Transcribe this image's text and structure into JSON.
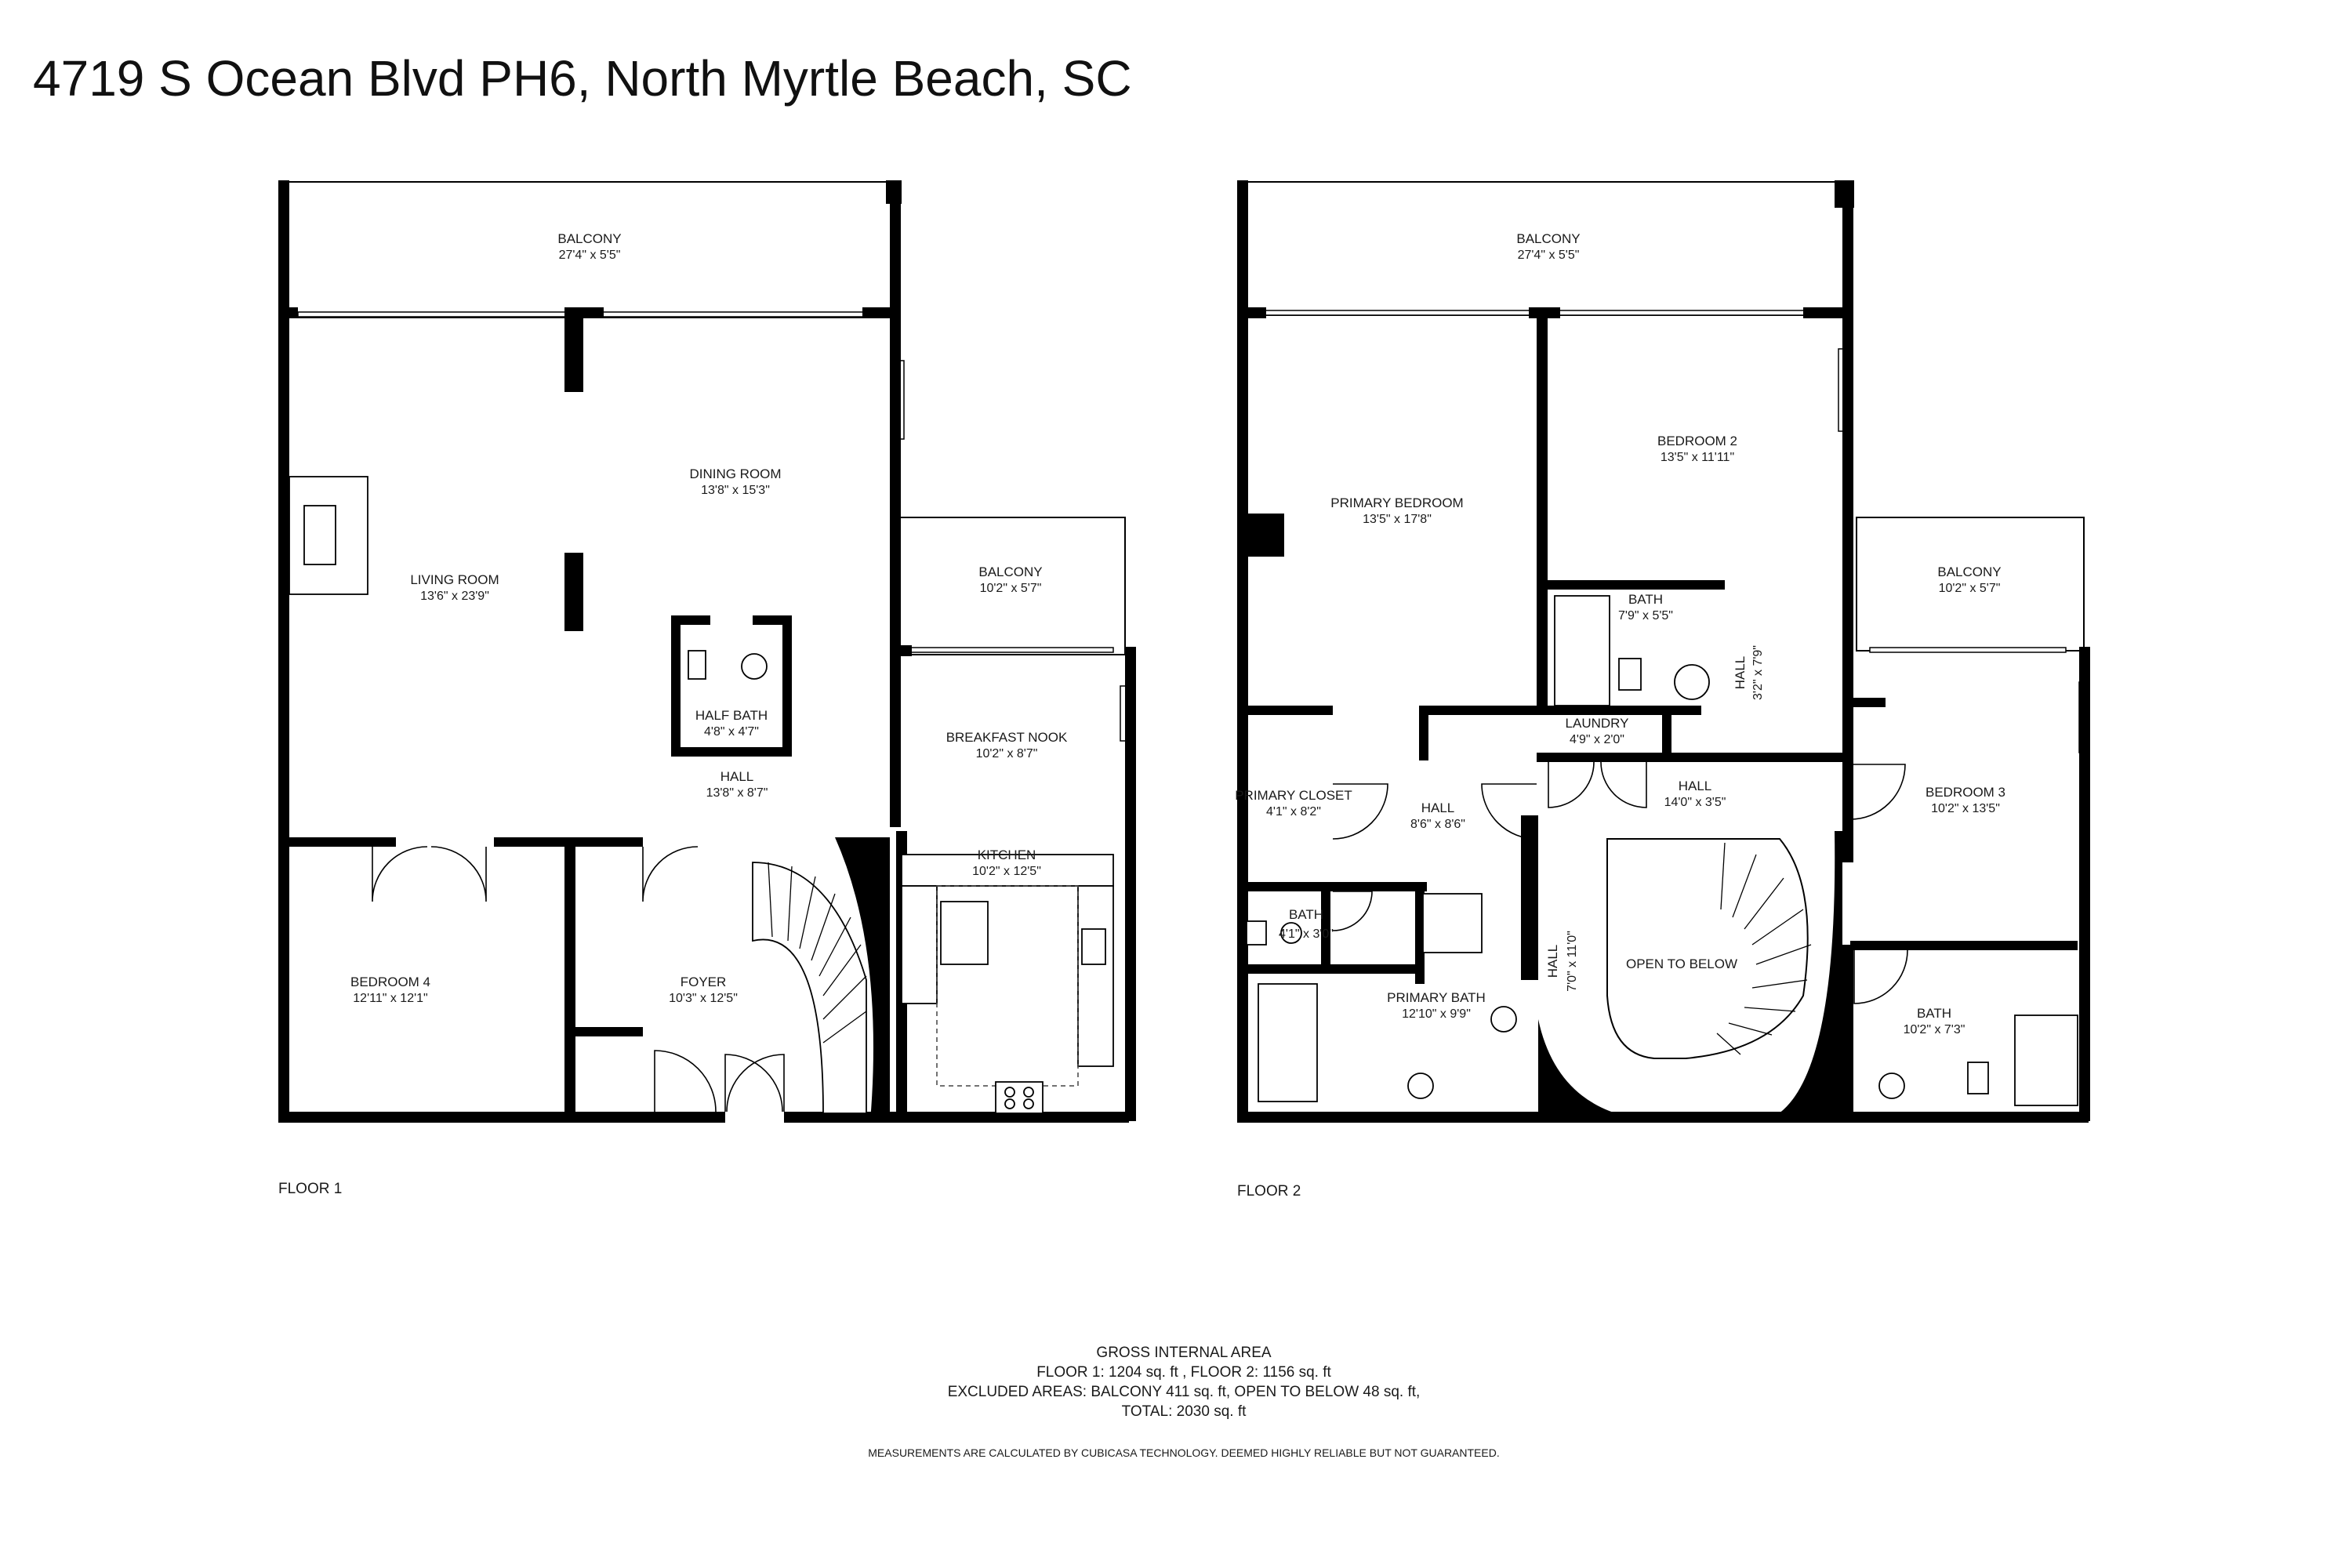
{
  "title": "4719 S Ocean Blvd PH6, North Myrtle Beach, SC",
  "floor1": {
    "label": "FLOOR 1",
    "rooms": [
      {
        "name": "BALCONY",
        "dim": "27'4\" x 5'5\""
      },
      {
        "name": "DINING ROOM",
        "dim": "13'8\" x 15'3\""
      },
      {
        "name": "LIVING ROOM",
        "dim": "13'6\" x 23'9\""
      },
      {
        "name": "BALCONY",
        "dim": "10'2\" x 5'7\""
      },
      {
        "name": "HALF BATH",
        "dim": "4'8\" x 4'7\""
      },
      {
        "name": "BREAKFAST NOOK",
        "dim": "10'2\" x 8'7\""
      },
      {
        "name": "HALL",
        "dim": "13'8\" x 8'7\""
      },
      {
        "name": "KITCHEN",
        "dim": "10'2\" x 12'5\""
      },
      {
        "name": "BEDROOM 4",
        "dim": "12'11\" x 12'1\""
      },
      {
        "name": "FOYER",
        "dim": "10'3\" x 12'5\""
      }
    ]
  },
  "floor2": {
    "label": "FLOOR 2",
    "rooms": [
      {
        "name": "BALCONY",
        "dim": "27'4\" x 5'5\""
      },
      {
        "name": "BEDROOM 2",
        "dim": "13'5\" x 11'11\""
      },
      {
        "name": "PRIMARY BEDROOM",
        "dim": "13'5\" x 17'8\""
      },
      {
        "name": "BALCONY",
        "dim": "10'2\" x 5'7\""
      },
      {
        "name": "BATH",
        "dim": "7'9\" x 5'5\""
      },
      {
        "name": "HALL",
        "dim": "3'2\" x 7'9\""
      },
      {
        "name": "LAUNDRY",
        "dim": "4'9\" x 2'0\""
      },
      {
        "name": "PRIMARY CLOSET",
        "dim": "4'1\" x 8'2\""
      },
      {
        "name": "HALL",
        "dim": "8'6\" x 8'6\""
      },
      {
        "name": "HALL",
        "dim": "14'0\" x 3'5\""
      },
      {
        "name": "BEDROOM 3",
        "dim": "10'2\" x 13'5\""
      },
      {
        "name": "BATH",
        "dim": "4'1\" x 3'0\""
      },
      {
        "name": "HALL",
        "dim": "7'0\" x 11'0\""
      },
      {
        "name": "OPEN TO BELOW",
        "dim": ""
      },
      {
        "name": "PRIMARY BATH",
        "dim": "12'10\" x 9'9\""
      },
      {
        "name": "BATH",
        "dim": "10'2\" x 7'3\""
      }
    ]
  },
  "area": {
    "heading": "GROSS INTERNAL AREA",
    "line1": "FLOOR 1: 1204 sq. ft , FLOOR 2:  1156 sq. ft",
    "line2": "EXCLUDED AREAS: BALCONY 411 sq. ft, OPEN TO BELOW 48 sq. ft,",
    "line3": "TOTAL: 2030 sq. ft",
    "disclaimer": "MEASUREMENTS ARE CALCULATED BY CUBICASA TECHNOLOGY. DEEMED HIGHLY RELIABLE BUT NOT GUARANTEED."
  }
}
